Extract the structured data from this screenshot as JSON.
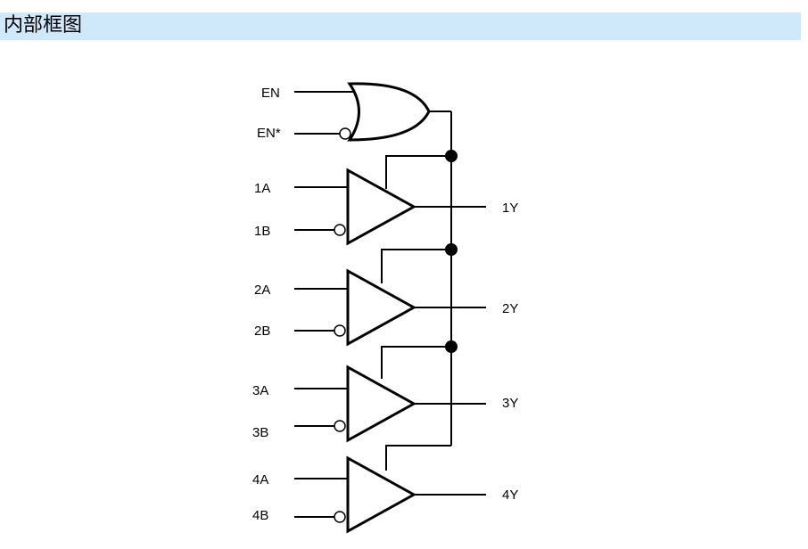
{
  "header": {
    "title": "内部框图"
  },
  "diagram": {
    "gate_input_labels": [
      "EN",
      "EN*"
    ],
    "inputs": [
      {
        "a": "1A",
        "b": "1B",
        "y": "1Y"
      },
      {
        "a": "2A",
        "b": "2B",
        "y": "2Y"
      },
      {
        "a": "3A",
        "b": "3B",
        "y": "3Y"
      },
      {
        "a": "4A",
        "b": "4B",
        "y": "4Y"
      }
    ]
  }
}
